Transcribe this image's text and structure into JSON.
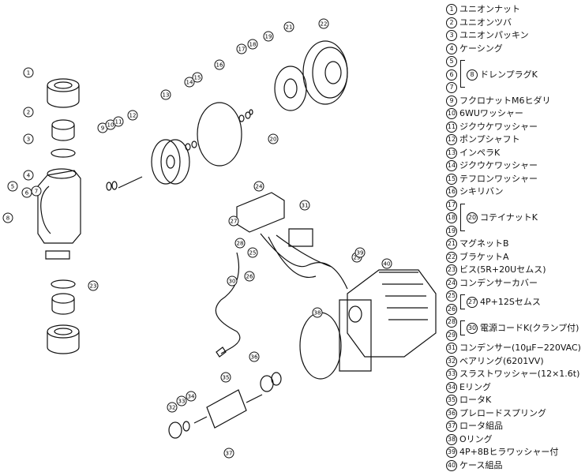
{
  "parts": [
    {
      "no": "1",
      "name": "ユニオンナット"
    },
    {
      "no": "2",
      "name": "ユニオンツバ"
    },
    {
      "no": "3",
      "name": "ユニオンパッキン"
    },
    {
      "no": "4",
      "name": "ケーシング"
    },
    {
      "no": "5",
      "name": ""
    },
    {
      "no": "6",
      "name": ""
    },
    {
      "no": "7",
      "name": ""
    },
    {
      "no": "9",
      "name": "フクロナットM6ヒダリ"
    },
    {
      "no": "10",
      "name": "6WUワッシャー"
    },
    {
      "no": "11",
      "name": "ジクウケワッシャー"
    },
    {
      "no": "12",
      "name": "ポンプシャフト"
    },
    {
      "no": "13",
      "name": "インペラK"
    },
    {
      "no": "14",
      "name": "ジクウケワッシャー"
    },
    {
      "no": "15",
      "name": "テフロンワッシャー"
    },
    {
      "no": "16",
      "name": "シキリバン"
    },
    {
      "no": "17",
      "name": ""
    },
    {
      "no": "18",
      "name": ""
    },
    {
      "no": "19",
      "name": ""
    },
    {
      "no": "21",
      "name": "マグネットB"
    },
    {
      "no": "22",
      "name": "ブラケットA"
    },
    {
      "no": "23",
      "name": "ビス(5R+20Uセムス)"
    },
    {
      "no": "24",
      "name": "コンデンサーカバー"
    },
    {
      "no": "25",
      "name": ""
    },
    {
      "no": "26",
      "name": ""
    },
    {
      "no": "28",
      "name": ""
    },
    {
      "no": "29",
      "name": ""
    },
    {
      "no": "31",
      "name": "コンデンサー(10μF−220VAC)"
    },
    {
      "no": "32",
      "name": "ベアリング(6201VV)"
    },
    {
      "no": "33",
      "name": "スラストワッシャー(12×1.6t)"
    },
    {
      "no": "34",
      "name": "Eリング"
    },
    {
      "no": "35",
      "name": "ロータK"
    },
    {
      "no": "36",
      "name": "プレロードスプリング"
    },
    {
      "no": "37",
      "name": "ロータ組品"
    },
    {
      "no": "38",
      "name": "Oリング"
    },
    {
      "no": "39",
      "name": "4P+8Bヒラワッシャー付"
    },
    {
      "no": "40",
      "name": "ケース組品"
    }
  ],
  "groups": {
    "g8": {
      "no": "8",
      "name": "ドレンプラグK"
    },
    "g20": {
      "no": "20",
      "name": "コテイナットK"
    },
    "g27": {
      "no": "27",
      "name": "4P+12Sセムス"
    },
    "g30": {
      "no": "30",
      "name": "電源コードK(クランプ付)"
    }
  },
  "callouts": [
    "1",
    "2",
    "3",
    "4",
    "5",
    "6",
    "7",
    "8",
    "9",
    "10",
    "11",
    "12",
    "13",
    "14",
    "15",
    "16",
    "17",
    "18",
    "19",
    "20",
    "21",
    "22",
    "23",
    "24",
    "25",
    "26",
    "27",
    "28",
    "29",
    "30",
    "31",
    "32",
    "33",
    "34",
    "35",
    "36",
    "37",
    "38",
    "39",
    "40"
  ]
}
